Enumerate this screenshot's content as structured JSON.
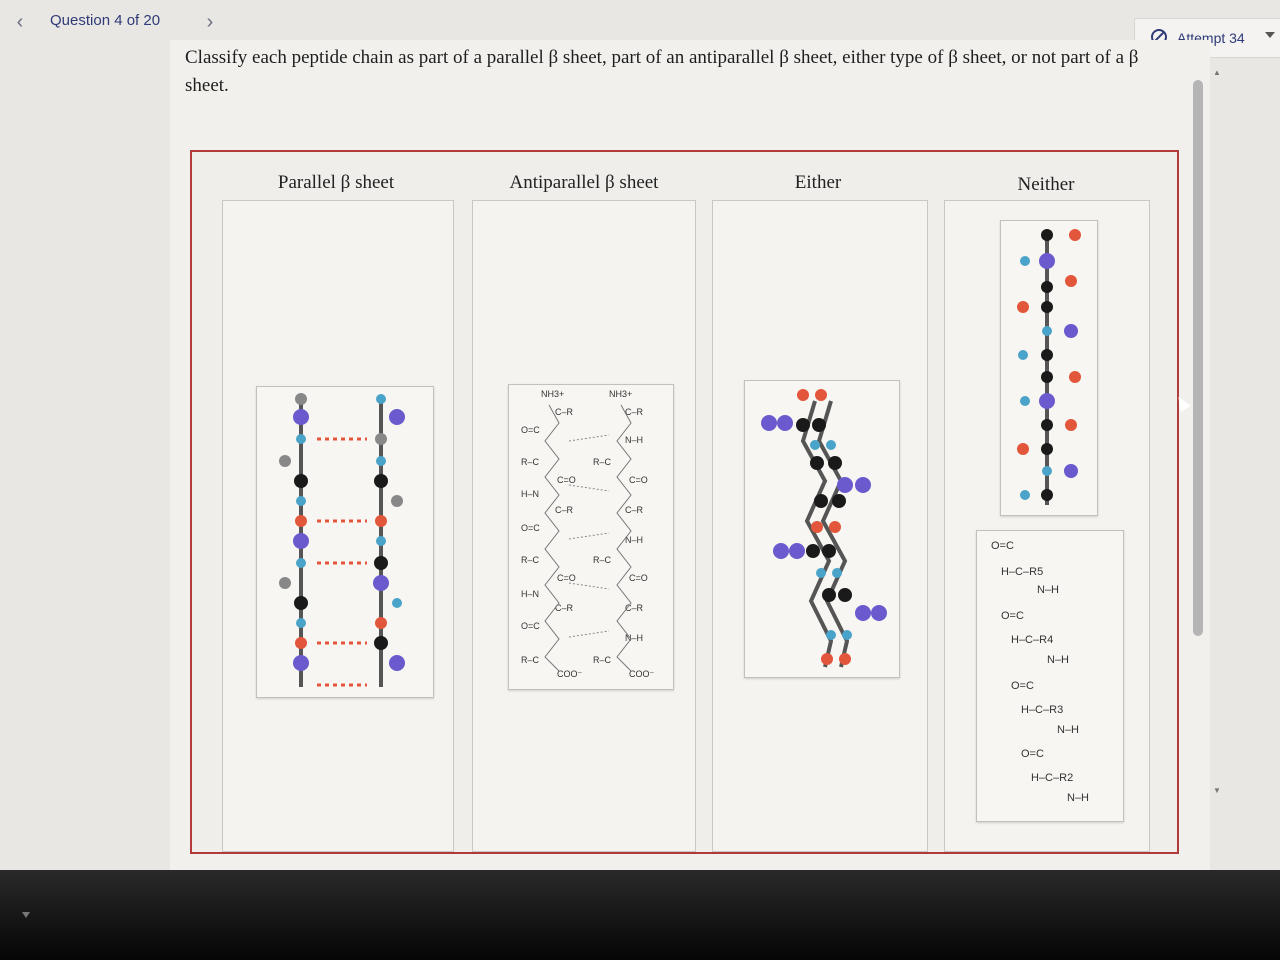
{
  "nav": {
    "prev_icon": "chevron-left-icon",
    "title": "Question 4 of 20",
    "next_icon": "chevron-right-icon"
  },
  "attempt": {
    "label": "Attempt 34",
    "icon": "no-entry-icon"
  },
  "question": {
    "text": "Classify each peptide chain as part of a parallel β sheet, part of an antiparallel β sheet, either type of β sheet, or not part of a β sheet."
  },
  "bins": [
    {
      "label": "Parallel β sheet"
    },
    {
      "label": "Antiparallel β sheet"
    },
    {
      "label": "Either"
    },
    {
      "label": "Neither"
    }
  ],
  "cards": {
    "ball_stick_parallel": {
      "icon": "ball-and-stick-model"
    },
    "antiparallel_diagram": {
      "labels": [
        "NH3+",
        "C–R",
        "O=C",
        "N–H",
        "R–C",
        "C=O",
        "H–N",
        "COO⁻"
      ]
    },
    "either_model": {
      "icon": "ball-and-stick-model"
    },
    "neither_model": {
      "icon": "ball-and-stick-model"
    },
    "neither_chain": {
      "lines": [
        "O=C",
        "H–C–R5",
        "N–H",
        "O=C",
        "H–C–R4",
        "N–H",
        "O=C",
        "H–C–R3",
        "N–H",
        "O=C",
        "H–C–R2",
        "N–H"
      ]
    }
  },
  "colors": {
    "brand": "#2f3a78",
    "border_accent": "#b33a3a",
    "atom_carbon": "#1a1a1a",
    "atom_nitrogen": "#6a5acd",
    "atom_oxygen": "#e2573b",
    "atom_hydrogen": "#4aa3c8",
    "atom_gray": "#888888"
  }
}
